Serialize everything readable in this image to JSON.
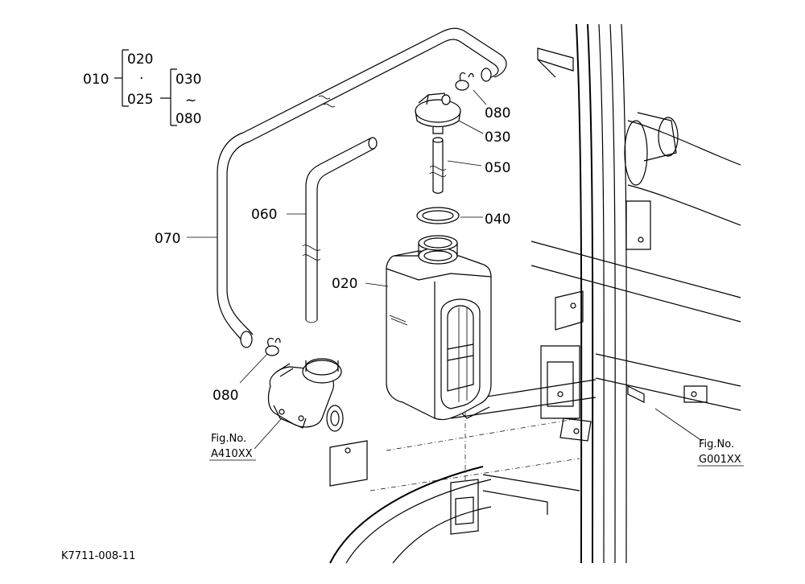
{
  "tree": {
    "root": "010",
    "top": "020",
    "dot": "·",
    "bottom": "025",
    "range_from": "030",
    "range_sep": "~",
    "range_to": "080"
  },
  "callouts": {
    "p080_top": "080",
    "p030": "030",
    "p050": "050",
    "p060": "060",
    "p040": "040",
    "p070": "070",
    "p020": "020",
    "p080_bottom": "080"
  },
  "fig_refs": {
    "left": {
      "line1": "Fig.No.",
      "line2": "A410XX"
    },
    "right": {
      "line1": "Fig.No.",
      "line2": "G001XX"
    }
  },
  "drawing_code": "K7711-008-11"
}
